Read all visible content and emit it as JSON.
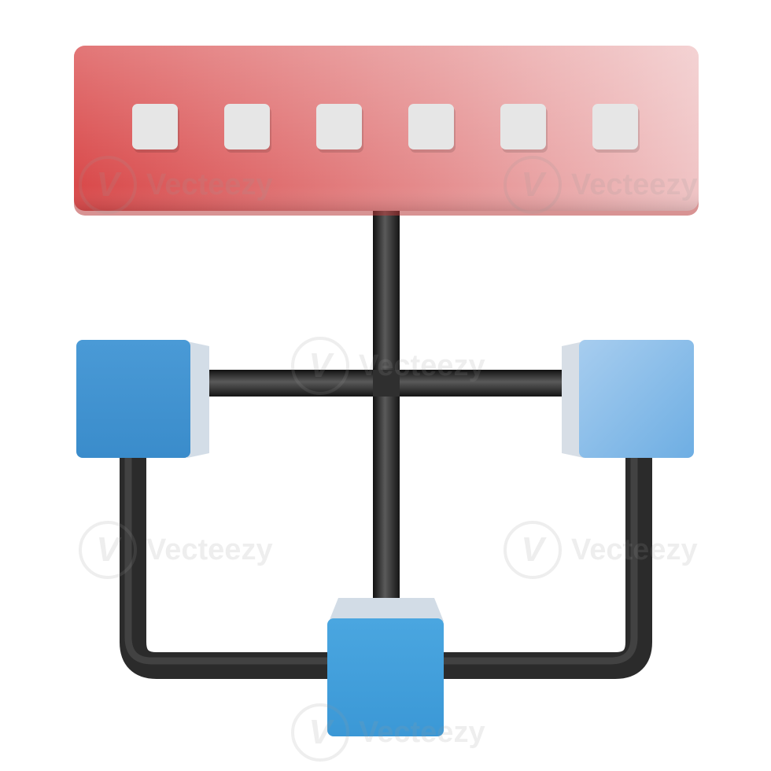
{
  "diagram": {
    "switch": {
      "port_count": 6,
      "colors": {
        "from": "#d9494a",
        "to": "#f0c4c5",
        "port": "#e6e6e6"
      }
    },
    "nodes": [
      {
        "name": "left",
        "color": "#3f92cf"
      },
      {
        "name": "right",
        "color": "#8ec0e8"
      },
      {
        "name": "bottom",
        "color": "#3f9fdc"
      }
    ],
    "cable_color": "#2b2b2b"
  },
  "watermark": {
    "text": "Vecteezy",
    "logo_glyph": "V"
  }
}
